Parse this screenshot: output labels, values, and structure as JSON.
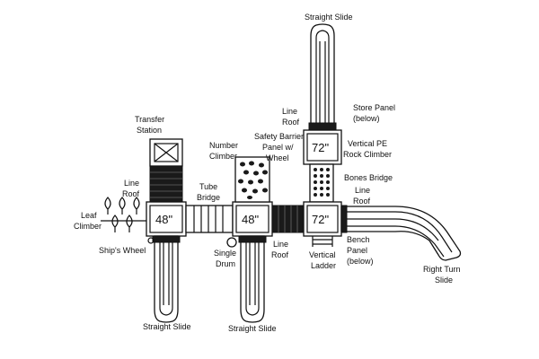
{
  "decks": {
    "deck_left": "48\"",
    "deck_middle": "48\"",
    "deck_upper_right": "72\"",
    "deck_lower_right": "72\""
  },
  "labels": {
    "straight_slide_top": "Straight Slide",
    "store_panel": [
      "Store Panel",
      "(below)"
    ],
    "line_roof_upper": [
      "Line",
      "Roof"
    ],
    "safety_barrier": [
      "Safety Barrier",
      "Panel w/",
      "Wheel"
    ],
    "vertical_pe_rock": [
      "Vertical PE",
      "Rock Climber"
    ],
    "transfer_station": [
      "Transfer",
      "Station"
    ],
    "number_climber": [
      "Number",
      "Climber"
    ],
    "bones_bridge": "Bones Bridge",
    "line_roof_right": [
      "Line",
      "Roof"
    ],
    "line_roof_left": [
      "Line",
      "Roof"
    ],
    "tube_bridge": [
      "Tube",
      "Bridge"
    ],
    "leaf_climber": [
      "Leaf",
      "Climber"
    ],
    "ships_wheel": "Ship's Wheel",
    "single_drum": [
      "Single",
      "Drum"
    ],
    "line_roof_bottom": [
      "Line",
      "Roof"
    ],
    "vertical_ladder": [
      "Vertical",
      "Ladder"
    ],
    "bench_panel": [
      "Bench",
      "Panel",
      "(below)"
    ],
    "right_turn_slide": [
      "Right Turn",
      "Slide"
    ],
    "straight_slide_bottom_left": "Straight Slide",
    "straight_slide_bottom_mid": "Straight Slide"
  }
}
